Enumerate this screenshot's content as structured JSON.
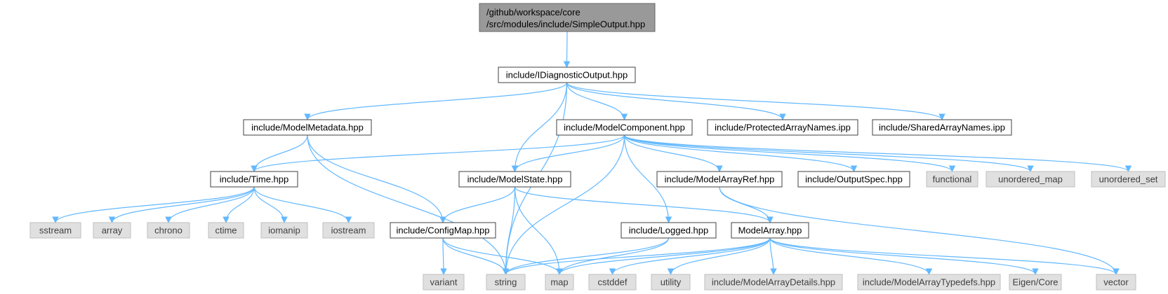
{
  "title": "",
  "root": {
    "line1": "/github/workspace/core",
    "line2": "/src/modules/include/SimpleOutput.hpp"
  },
  "nodes": [
    {
      "id": "idiag",
      "label": "include/IDiagnosticOutput.hpp",
      "kind": "file"
    },
    {
      "id": "metadata",
      "label": "include/ModelMetadata.hpp",
      "kind": "file"
    },
    {
      "id": "component",
      "label": "include/ModelComponent.hpp",
      "kind": "file"
    },
    {
      "id": "protected",
      "label": "include/ProtectedArrayNames.ipp",
      "kind": "file"
    },
    {
      "id": "shared",
      "label": "include/SharedArrayNames.ipp",
      "kind": "file"
    },
    {
      "id": "time",
      "label": "include/Time.hpp",
      "kind": "file"
    },
    {
      "id": "state",
      "label": "include/ModelState.hpp",
      "kind": "file"
    },
    {
      "id": "arrayref",
      "label": "include/ModelArrayRef.hpp",
      "kind": "file"
    },
    {
      "id": "outputspec",
      "label": "include/OutputSpec.hpp",
      "kind": "file"
    },
    {
      "id": "functional",
      "label": "functional",
      "kind": "ext"
    },
    {
      "id": "umap",
      "label": "unordered_map",
      "kind": "ext"
    },
    {
      "id": "uset",
      "label": "unordered_set",
      "kind": "ext"
    },
    {
      "id": "sstream",
      "label": "sstream",
      "kind": "ext"
    },
    {
      "id": "array",
      "label": "array",
      "kind": "ext"
    },
    {
      "id": "chrono",
      "label": "chrono",
      "kind": "ext"
    },
    {
      "id": "ctime",
      "label": "ctime",
      "kind": "ext"
    },
    {
      "id": "iomanip",
      "label": "iomanip",
      "kind": "ext"
    },
    {
      "id": "iostream",
      "label": "iostream",
      "kind": "ext"
    },
    {
      "id": "configmap",
      "label": "include/ConfigMap.hpp",
      "kind": "file"
    },
    {
      "id": "logged",
      "label": "include/Logged.hpp",
      "kind": "file"
    },
    {
      "id": "modelarray",
      "label": "ModelArray.hpp",
      "kind": "file"
    },
    {
      "id": "variant",
      "label": "variant",
      "kind": "ext"
    },
    {
      "id": "string",
      "label": "string",
      "kind": "ext"
    },
    {
      "id": "map",
      "label": "map",
      "kind": "ext"
    },
    {
      "id": "cstddef",
      "label": "cstddef",
      "kind": "ext"
    },
    {
      "id": "utility",
      "label": "utility",
      "kind": "ext"
    },
    {
      "id": "details",
      "label": "include/ModelArrayDetails.hpp",
      "kind": "ext"
    },
    {
      "id": "typedefs",
      "label": "include/ModelArrayTypedefs.hpp",
      "kind": "ext"
    },
    {
      "id": "eigen",
      "label": "Eigen/Core",
      "kind": "ext"
    },
    {
      "id": "vector",
      "label": "vector",
      "kind": "ext"
    }
  ],
  "edges": [
    [
      "root",
      "idiag"
    ],
    [
      "idiag",
      "metadata"
    ],
    [
      "idiag",
      "component"
    ],
    [
      "idiag",
      "protected"
    ],
    [
      "idiag",
      "shared"
    ],
    [
      "idiag",
      "state"
    ],
    [
      "idiag",
      "string"
    ],
    [
      "metadata",
      "time"
    ],
    [
      "metadata",
      "configmap"
    ],
    [
      "metadata",
      "string"
    ],
    [
      "component",
      "time"
    ],
    [
      "component",
      "state"
    ],
    [
      "component",
      "arrayref"
    ],
    [
      "component",
      "outputspec"
    ],
    [
      "component",
      "functional"
    ],
    [
      "component",
      "umap"
    ],
    [
      "component",
      "uset"
    ],
    [
      "component",
      "logged"
    ],
    [
      "component",
      "string"
    ],
    [
      "time",
      "sstream"
    ],
    [
      "time",
      "array"
    ],
    [
      "time",
      "chrono"
    ],
    [
      "time",
      "ctime"
    ],
    [
      "time",
      "iomanip"
    ],
    [
      "time",
      "iostream"
    ],
    [
      "state",
      "configmap"
    ],
    [
      "state",
      "string"
    ],
    [
      "state",
      "map"
    ],
    [
      "state",
      "modelarray"
    ],
    [
      "arrayref",
      "modelarray"
    ],
    [
      "arrayref",
      "vector"
    ],
    [
      "configmap",
      "variant"
    ],
    [
      "configmap",
      "string"
    ],
    [
      "configmap",
      "map"
    ],
    [
      "logged",
      "string"
    ],
    [
      "logged",
      "map"
    ],
    [
      "modelarray",
      "string"
    ],
    [
      "modelarray",
      "map"
    ],
    [
      "modelarray",
      "cstddef"
    ],
    [
      "modelarray",
      "utility"
    ],
    [
      "modelarray",
      "details"
    ],
    [
      "modelarray",
      "typedefs"
    ],
    [
      "modelarray",
      "eigen"
    ],
    [
      "modelarray",
      "vector"
    ]
  ]
}
